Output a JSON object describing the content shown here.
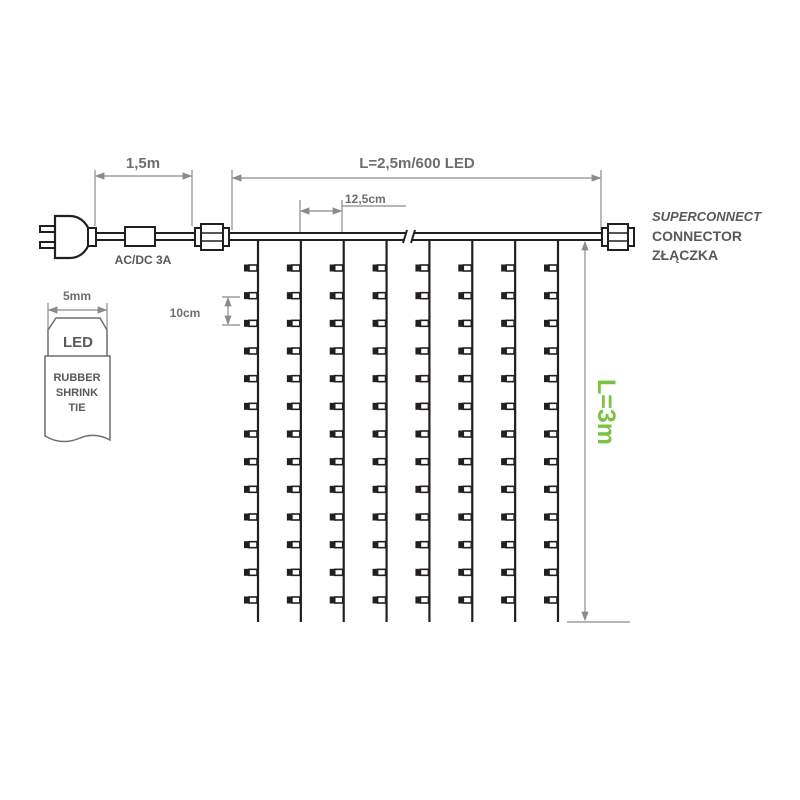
{
  "labels": {
    "cord_length": "1,5m",
    "curtain_width": "L=2,5m/600 LED",
    "strand_spacing": "12,5cm",
    "power": "AC/DC 3A",
    "connector_brand": "SUPERCONNECT",
    "connector": "CONNECTOR",
    "connector_pl": "ZŁĄCZKA",
    "led_spacing": "10cm",
    "curtain_height": "L=3m",
    "tie_width": "5mm",
    "tie_led": "LED",
    "tie_line1": "RUBBER",
    "tie_line2": "SHRINK",
    "tie_line3": "TIE"
  },
  "diagram": {
    "strands": 8,
    "leds_per_strand_visible": 13
  },
  "colors": {
    "wire": "#231f20",
    "dimension": "#8a8b8d",
    "text": "#58595b",
    "height_accent": "#7cc242"
  }
}
